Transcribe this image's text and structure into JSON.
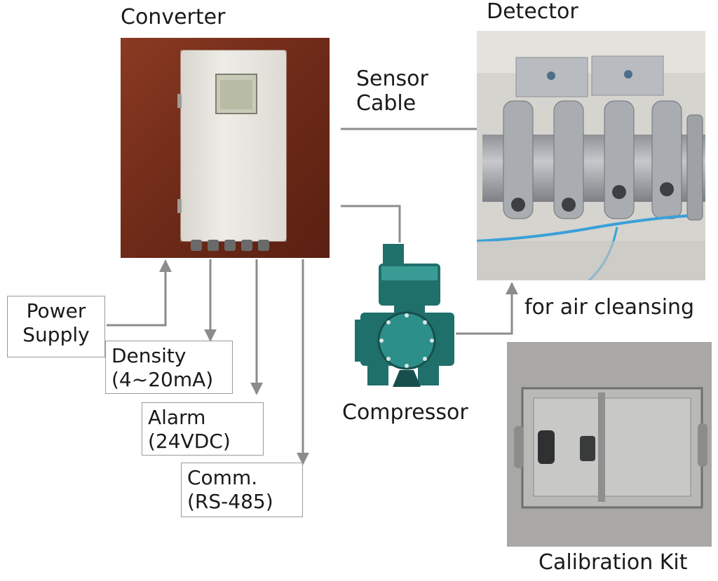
{
  "labels": {
    "converter": "Converter",
    "detector": "Detector",
    "sensor_cable_line1": "Sensor",
    "sensor_cable_line2": "Cable",
    "air_cleansing": "for air cleansing",
    "compressor": "Compressor",
    "calibration_kit": "Calibration Kit"
  },
  "boxes": {
    "power_supply": [
      "Power",
      "Supply"
    ],
    "density": [
      "Density",
      "(4~20mA)"
    ],
    "alarm": [
      "Alarm",
      "(24VDC)"
    ],
    "comm": [
      "Comm.",
      "(RS-485)"
    ]
  },
  "colors": {
    "connector_line": "#8c8c8c",
    "converter_background": "#7a2e1c",
    "converter_panel": "#e9e7e0",
    "compressor_teal": "#2f8f8a",
    "detector_steel": "#b9bcc0",
    "calibration_kit_gray": "#a8a8a6"
  }
}
